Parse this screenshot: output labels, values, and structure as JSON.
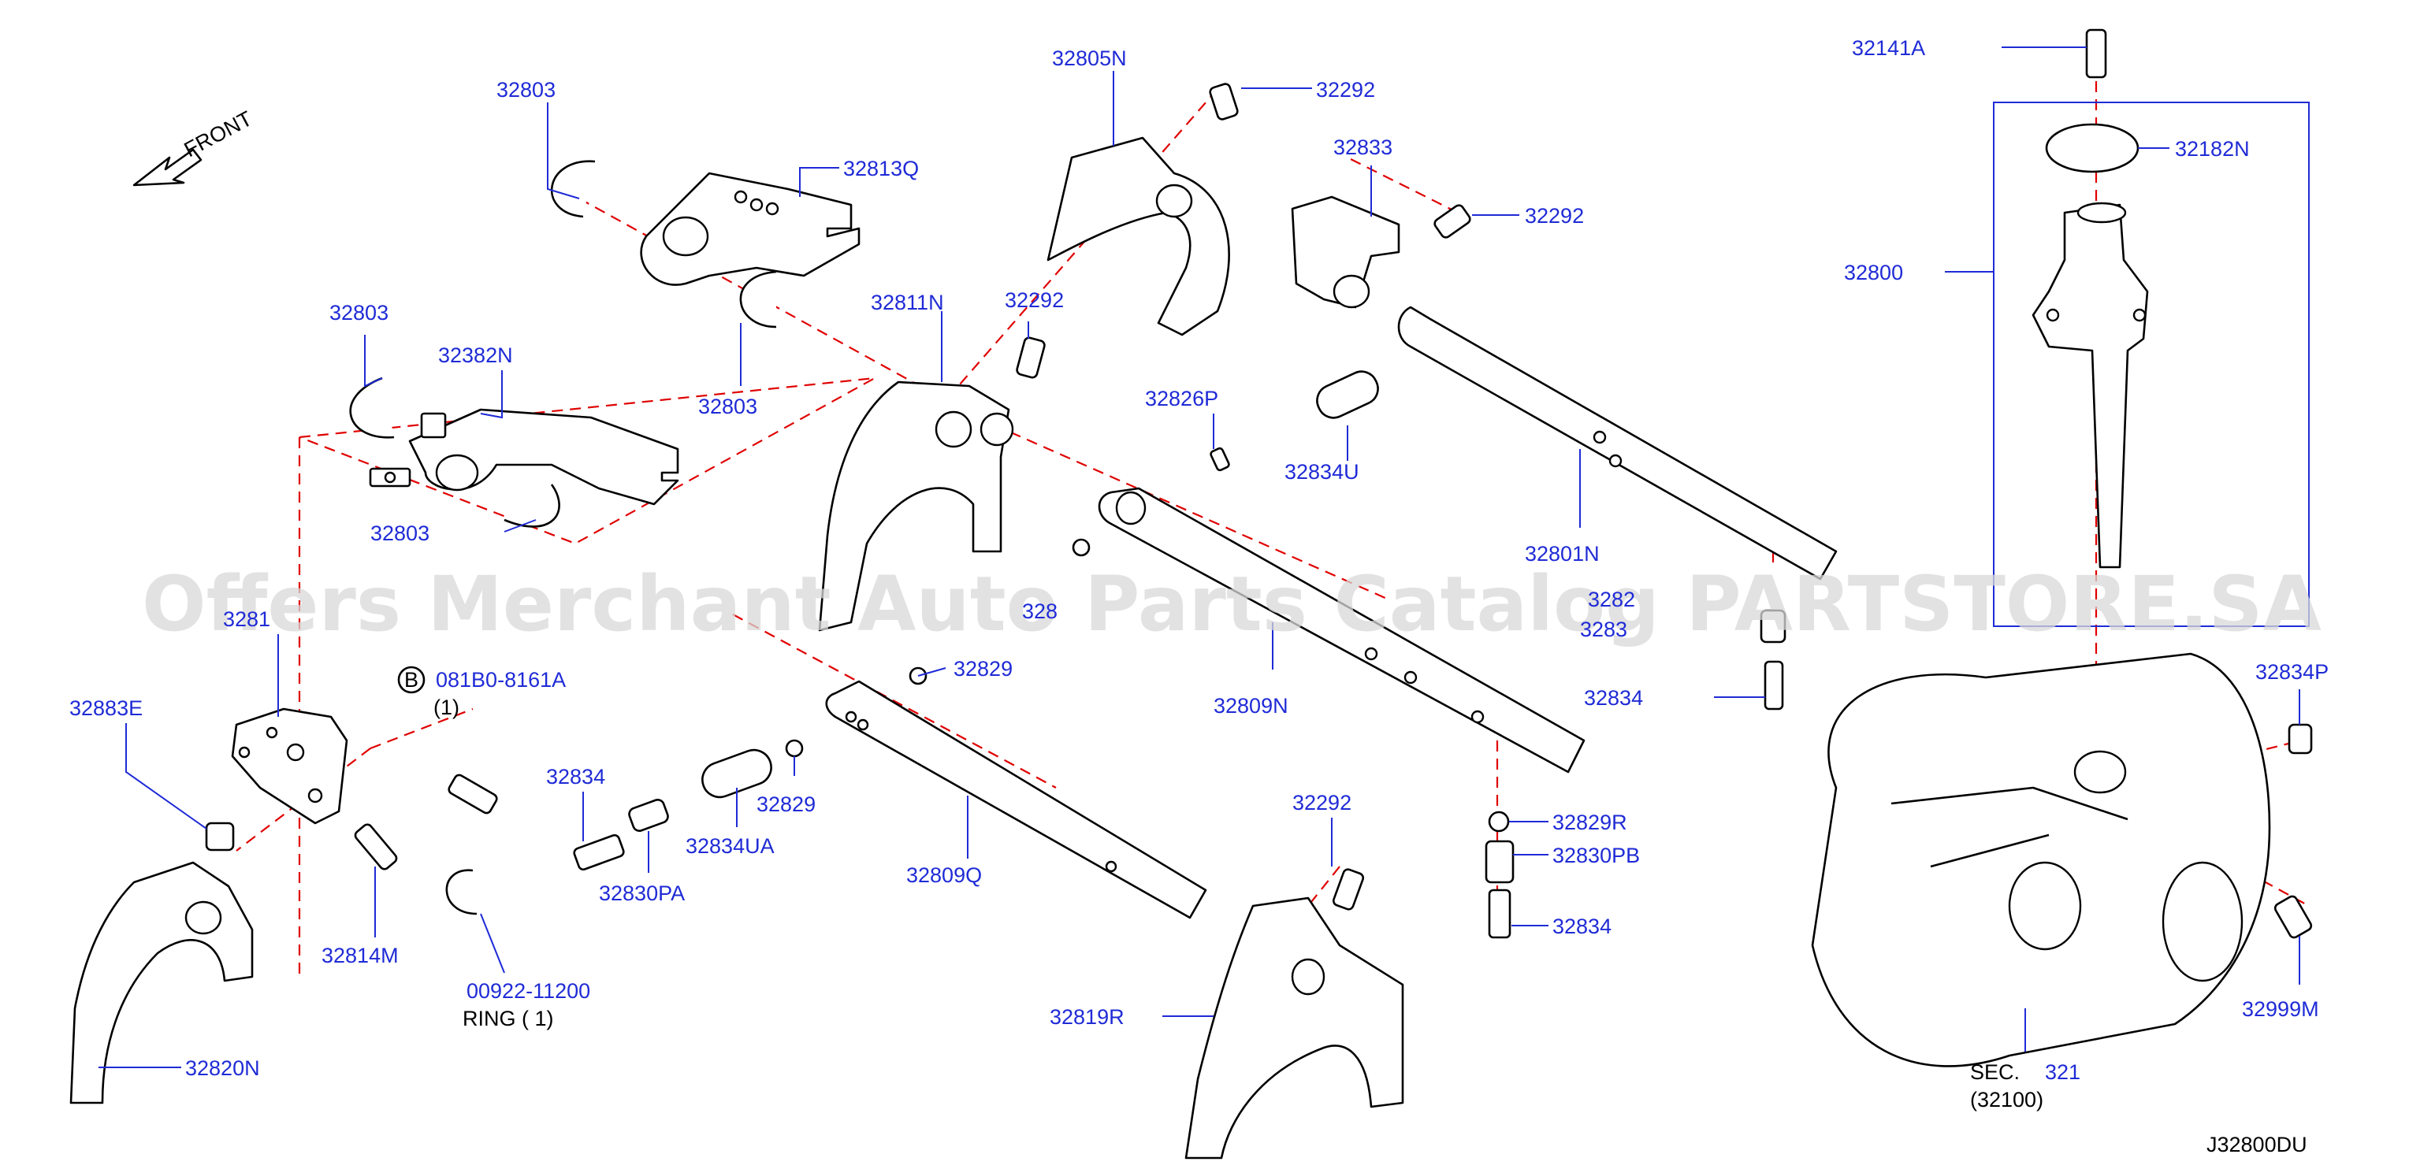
{
  "diagram": {
    "front_label": "FRONT",
    "watermark": "Offers Merchant Auto Parts Catalog PARTSTORE.SA",
    "drawing_code": "J32800DU",
    "bolt_symbol": "B",
    "callouts": {
      "c32803_a": "32803",
      "c32813q": "32813Q",
      "c32803_b": "32803",
      "c32382n": "32382N",
      "c32803_c": "32803",
      "c32803_d": "32803",
      "c32805n": "32805N",
      "c32292_a": "32292",
      "c32833": "32833",
      "c32292_b": "32292",
      "c32811n": "32811N",
      "c32292_c": "32292",
      "c32826p": "32826P",
      "c32834u": "32834U",
      "c32801n": "32801N",
      "c32141a": "32141A",
      "c32182n": "32182N",
      "c32800": "32800",
      "c32883e": "32883E",
      "c3281x": "3281",
      "c081b0": "081B0-8161A",
      "c081b0_qty": "(1)",
      "c3282x": "3282",
      "c3283x": "3283",
      "c328xx": "328",
      "c32809n": "32809N",
      "c32829_a": "32829",
      "c32834_a": "32834",
      "c32834_b": "32834",
      "c32830pa": "32830PA",
      "c32834ua": "32834UA",
      "c32829_b": "32829",
      "c32809q": "32809Q",
      "c32814m": "32814M",
      "c00922": "00922-11200",
      "c_ring": "RING ( 1)",
      "c32820n": "32820N",
      "c32292_d": "32292",
      "c32819r": "32819R",
      "c32829r": "32829R",
      "c32830pb": "32830PB",
      "c32834_c": "32834",
      "c32834p": "32834P",
      "c32999m": "32999M",
      "sec_prefix": "SEC.",
      "sec_num": "321",
      "sec_ref": "(32100)"
    }
  }
}
